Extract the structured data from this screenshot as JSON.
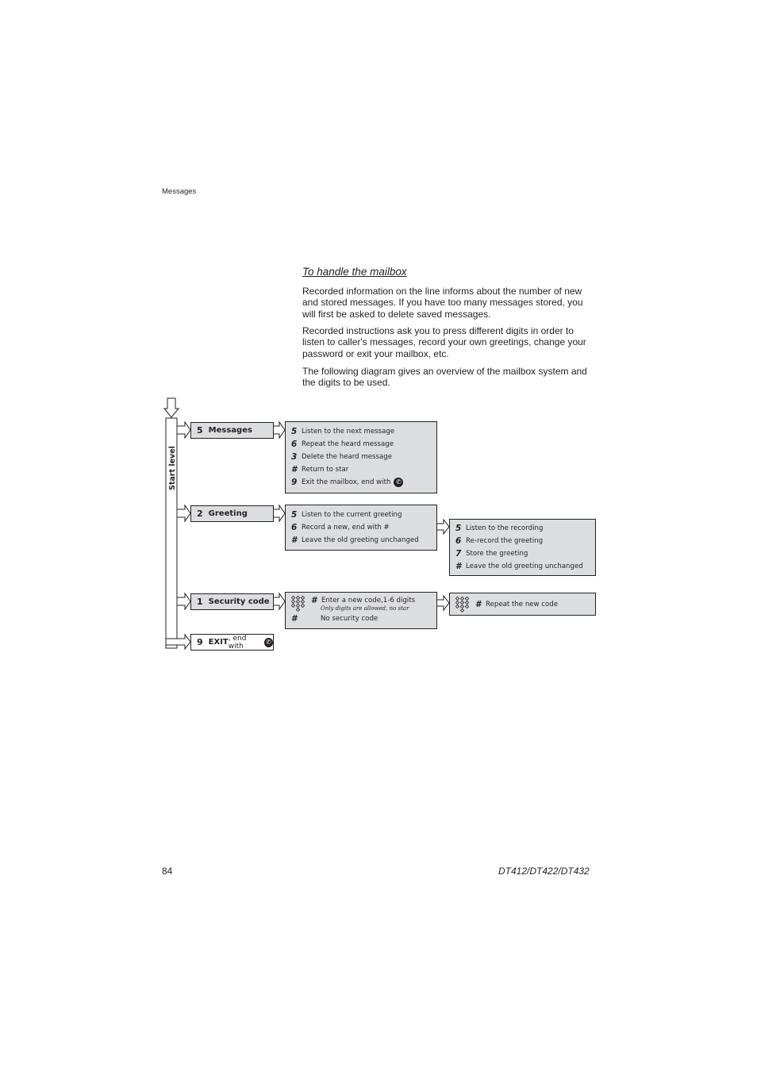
{
  "header": {
    "section": "Messages"
  },
  "title": "To handle the mailbox",
  "paragraphs": [
    "Recorded information on the line informs about the number of new and stored messages. If you have too many messages stored, you will first be asked to delete saved messages.",
    "Recorded instructions ask you to press different digits in order to listen to caller's messages, record your own greetings, change your password or exit your mailbox, etc.",
    "The following diagram gives an overview of the mailbox system and the digits to be used."
  ],
  "diagram": {
    "start_label": "Start level",
    "menu": [
      {
        "key": "5",
        "label": "Messages"
      },
      {
        "key": "2",
        "label": "Greeting"
      },
      {
        "key": "1",
        "label": "Security code"
      },
      {
        "key": "9",
        "label": "EXIT",
        "suffix": ", end with"
      }
    ],
    "messages_options": [
      {
        "key": "5",
        "text": "Listen to the next message"
      },
      {
        "key": "6",
        "text": "Repeat the heard message"
      },
      {
        "key": "3",
        "text": "Delete the heard message"
      },
      {
        "key": "#",
        "text": "Return to star"
      },
      {
        "key": "9",
        "text": "Exit the mailbox, end with"
      }
    ],
    "greeting_options": [
      {
        "key": "5",
        "text": "Listen to the current greeting"
      },
      {
        "key": "6",
        "text": "Record a new, end with #"
      },
      {
        "key": "#",
        "text": "Leave the old greeting unchanged"
      }
    ],
    "greeting_sub_options": [
      {
        "key": "5",
        "text": "Listen to the recording"
      },
      {
        "key": "6",
        "text": "Re-record the greeting"
      },
      {
        "key": "7",
        "text": "Store the greeting"
      },
      {
        "key": "#",
        "text": "Leave the old greeting unchanged"
      }
    ],
    "security_options": {
      "enter_key": "#",
      "enter_text": "Enter a new code,1-6 digits",
      "enter_note": "Only digits are allowed, no star",
      "none_key": "#",
      "none_text": "No security code"
    },
    "security_sub": {
      "key": "#",
      "text": "Repeat the new code"
    }
  },
  "footer": {
    "page_number": "84",
    "model": "DT412/DT422/DT432"
  }
}
